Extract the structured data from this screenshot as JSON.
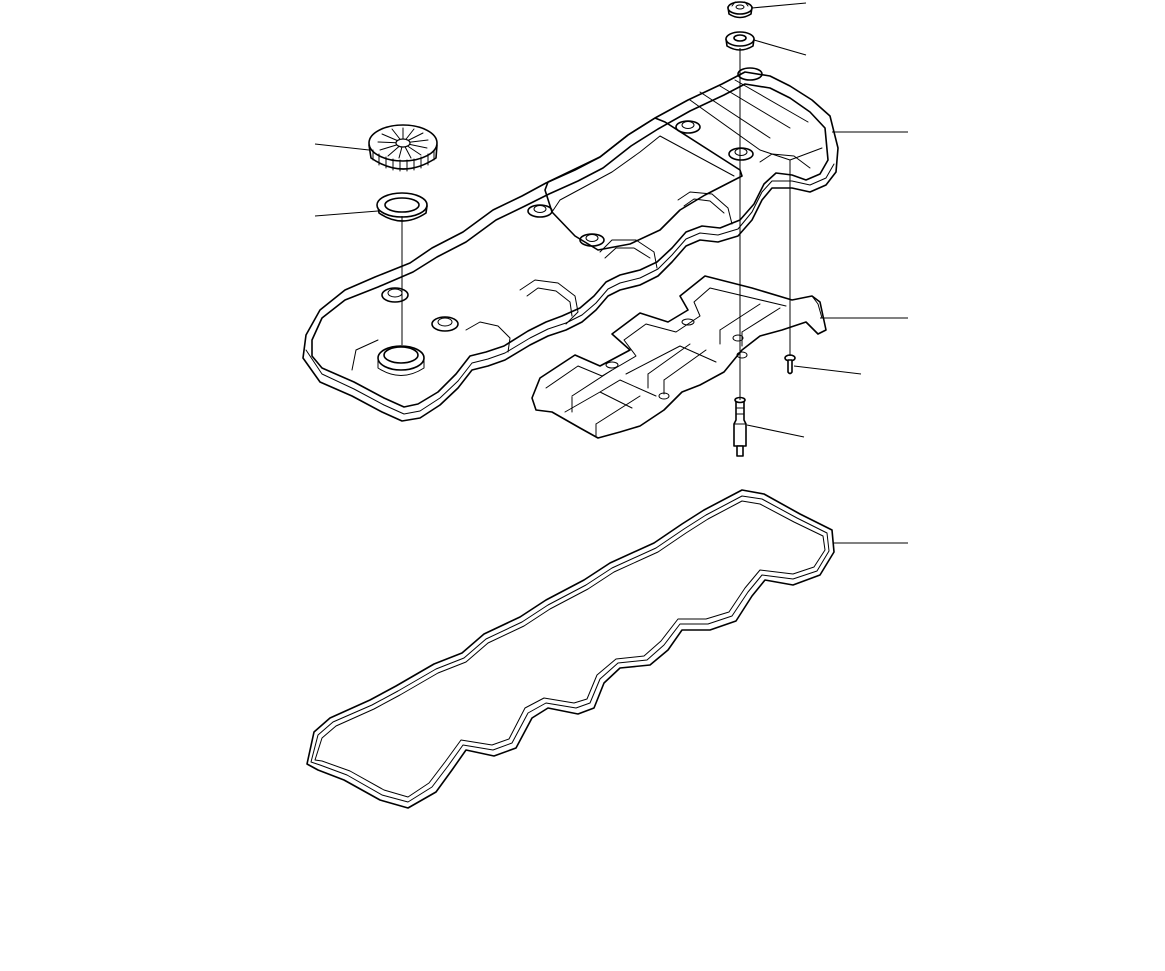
{
  "diagram": {
    "kind": "exploded parts view",
    "parts": [
      {
        "id": "flange-nut",
        "label": ""
      },
      {
        "id": "isolator-grommet",
        "label": ""
      },
      {
        "id": "valve-cover",
        "label": ""
      },
      {
        "id": "oil-filler-cap",
        "label": ""
      },
      {
        "id": "filler-cap-seal",
        "label": ""
      },
      {
        "id": "baffle-plate",
        "label": ""
      },
      {
        "id": "baffle-screw",
        "label": ""
      },
      {
        "id": "mounting-stud",
        "label": ""
      },
      {
        "id": "valve-cover-gasket",
        "label": ""
      }
    ],
    "callout_labels_printed": false,
    "colors": {
      "line": "#000000",
      "background": "#ffffff"
    }
  }
}
